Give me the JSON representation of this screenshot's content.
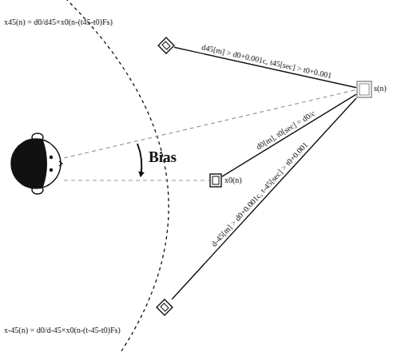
{
  "diagram": {
    "nodes": [
      {
        "text": [
          "x45(n) = d0/d45×x0(n-(t45-t0)Fs)"
        ]
      },
      {
        "text": [
          "s(n)"
        ]
      },
      {
        "text": [
          "x0(n)"
        ]
      },
      {
        "text": [
          "x-45(n) = d0/d-45×x0(n-(t-45-t0)Fs)"
        ]
      }
    ],
    "edges": [
      {
        "from": 1,
        "to": 0,
        "arrow": "none",
        "label": "d45[m] > d0+0.001c, t45[sec] > t0+0.001"
      },
      {
        "from": 1,
        "to": 2,
        "arrow": "none",
        "label": "d0[m], t0[sec] = d0/c"
      },
      {
        "from": 1,
        "to": 3,
        "arrow": "none",
        "label": "d-45[m] > d0+0.001c, t-45[sec] > t0+0.001"
      }
    ],
    "labels": [
      "Bias"
    ]
  }
}
